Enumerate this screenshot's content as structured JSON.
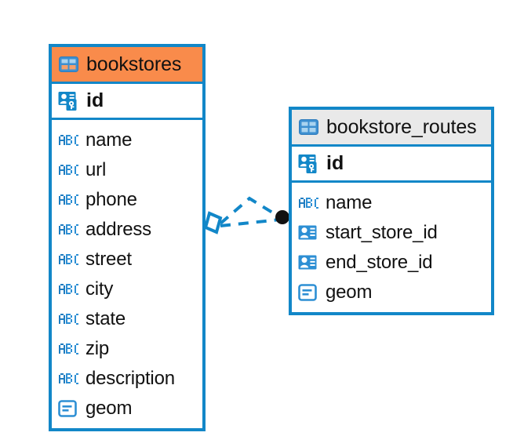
{
  "diagram": {
    "type": "entity-relationship",
    "background": "#ffffff",
    "accent_color": "#1287c8",
    "highlight_color": "#f98b4b",
    "plain_header_color": "#e9e9e9",
    "entities": [
      {
        "name": "bookstores",
        "header_style": "accent",
        "table_icon": "table-icon",
        "primary_key": {
          "label": "id",
          "icon": "primary-key-icon"
        },
        "fields": [
          {
            "label": "name",
            "icon": "text-abc-icon"
          },
          {
            "label": "url",
            "icon": "text-abc-icon"
          },
          {
            "label": "phone",
            "icon": "text-abc-icon"
          },
          {
            "label": "address",
            "icon": "text-abc-icon"
          },
          {
            "label": "street",
            "icon": "text-abc-icon"
          },
          {
            "label": "city",
            "icon": "text-abc-icon"
          },
          {
            "label": "state",
            "icon": "text-abc-icon"
          },
          {
            "label": "zip",
            "icon": "text-abc-icon"
          },
          {
            "label": "description",
            "icon": "text-abc-icon"
          },
          {
            "label": "geom",
            "icon": "geometry-icon"
          }
        ]
      },
      {
        "name": "bookstore_routes",
        "header_style": "plain",
        "table_icon": "table-icon",
        "primary_key": {
          "label": "id",
          "icon": "primary-key-icon"
        },
        "fields": [
          {
            "label": "name",
            "icon": "text-abc-icon"
          },
          {
            "label": "start_store_id",
            "icon": "foreign-key-icon"
          },
          {
            "label": "end_store_id",
            "icon": "foreign-key-icon"
          },
          {
            "label": "geom",
            "icon": "geometry-icon"
          }
        ]
      }
    ],
    "relationship": {
      "style": "dashed",
      "color": "#1287c8",
      "source_endpoint": "diamond-endpoint",
      "target_endpoint": "filled-circle-endpoint",
      "target_endpoint_color": "#111111"
    }
  }
}
